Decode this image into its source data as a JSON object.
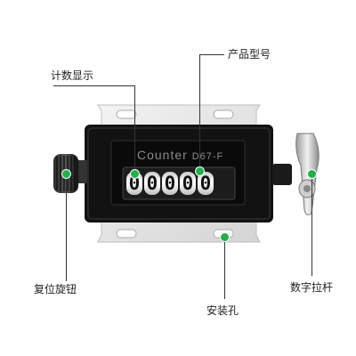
{
  "annotations": {
    "model_number": "产品型号",
    "count_display": "计数显示",
    "reset_knob": "复位旋钮",
    "mounting_hole": "安装孔",
    "digit_pull_lever": "数字拉杆"
  },
  "device": {
    "brand_text": "Counter",
    "model_text": "D67-F",
    "digits": [
      "0",
      "0",
      "0",
      "0",
      "0"
    ]
  },
  "colors": {
    "marker_dot": "#21b14b",
    "body": "#121212",
    "plate": "#e6e6e6"
  }
}
